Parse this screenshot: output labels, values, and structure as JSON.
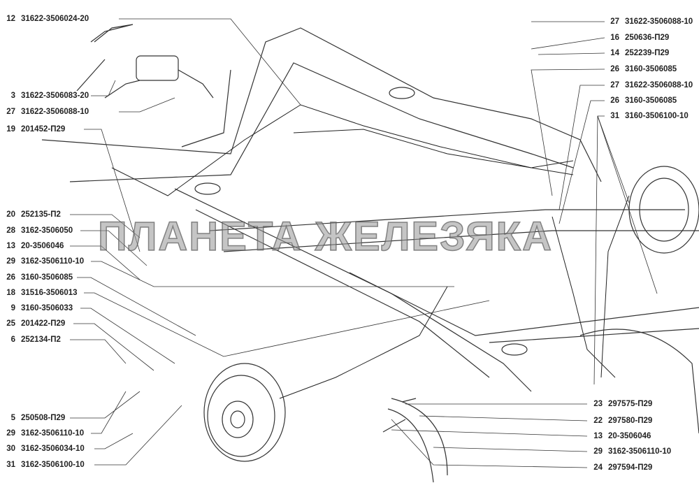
{
  "watermark": "ПЛАНЕТА ЖЕЛЕЗЯКА",
  "left_callouts": [
    {
      "num": "12",
      "part": "31622-3506024-20"
    },
    {
      "num": "3",
      "part": "31622-3506083-20"
    },
    {
      "num": "27",
      "part": "31622-3506088-10"
    },
    {
      "num": "19",
      "part": "201452-П29"
    },
    {
      "num": "20",
      "part": "252135-П2"
    },
    {
      "num": "28",
      "part": "3162-3506050"
    },
    {
      "num": "13",
      "part": "20-3506046"
    },
    {
      "num": "29",
      "part": "3162-3506110-10"
    },
    {
      "num": "26",
      "part": "3160-3506085"
    },
    {
      "num": "18",
      "part": "31516-3506013"
    },
    {
      "num": "9",
      "part": "3160-3506033"
    },
    {
      "num": "25",
      "part": "201422-П29"
    },
    {
      "num": "6",
      "part": "252134-П2"
    },
    {
      "num": "5",
      "part": "250508-П29"
    },
    {
      "num": "29",
      "part": "3162-3506110-10"
    },
    {
      "num": "30",
      "part": "3162-3506034-10"
    },
    {
      "num": "31",
      "part": "3162-3506100-10"
    }
  ],
  "right_callouts": [
    {
      "num": "27",
      "part": "31622-3506088-10"
    },
    {
      "num": "16",
      "part": "250636-П29"
    },
    {
      "num": "14",
      "part": "252239-П29"
    },
    {
      "num": "26",
      "part": "3160-3506085"
    },
    {
      "num": "27",
      "part": "31622-3506088-10"
    },
    {
      "num": "26",
      "part": "3160-3506085"
    },
    {
      "num": "31",
      "part": "3160-3506100-10"
    },
    {
      "num": "23",
      "part": "297575-П29"
    },
    {
      "num": "22",
      "part": "297580-П29"
    },
    {
      "num": "13",
      "part": "20-3506046"
    },
    {
      "num": "29",
      "part": "3162-3506110-10"
    },
    {
      "num": "24",
      "part": "297594-П29"
    }
  ]
}
